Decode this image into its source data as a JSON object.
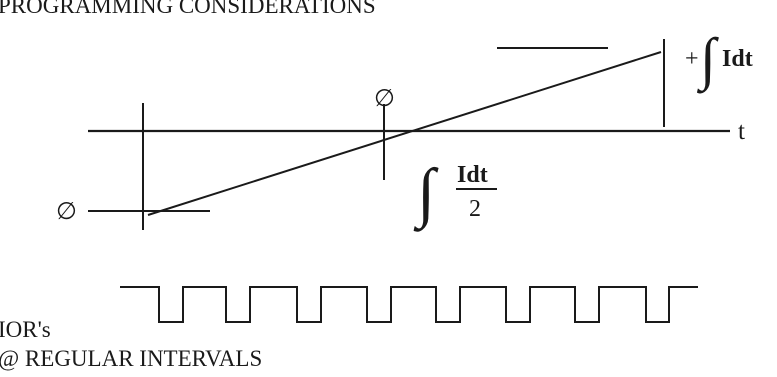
{
  "page_title": "PROGRAMMING CONSIDERATIONS",
  "ramp": {
    "zero_label_left": "∅",
    "zero_label_mid": "∅",
    "axis_label": "t",
    "top_integral": {
      "prefix": "+",
      "integral_sign": "∫",
      "expression": "Idt"
    },
    "mid_integral": {
      "integral_sign": "∫",
      "numerator": "Idt",
      "denominator": "2"
    }
  },
  "pulse_train": {
    "label_line1": "IOR's",
    "label_line2": "@ REGULAR INTERVALS"
  }
}
